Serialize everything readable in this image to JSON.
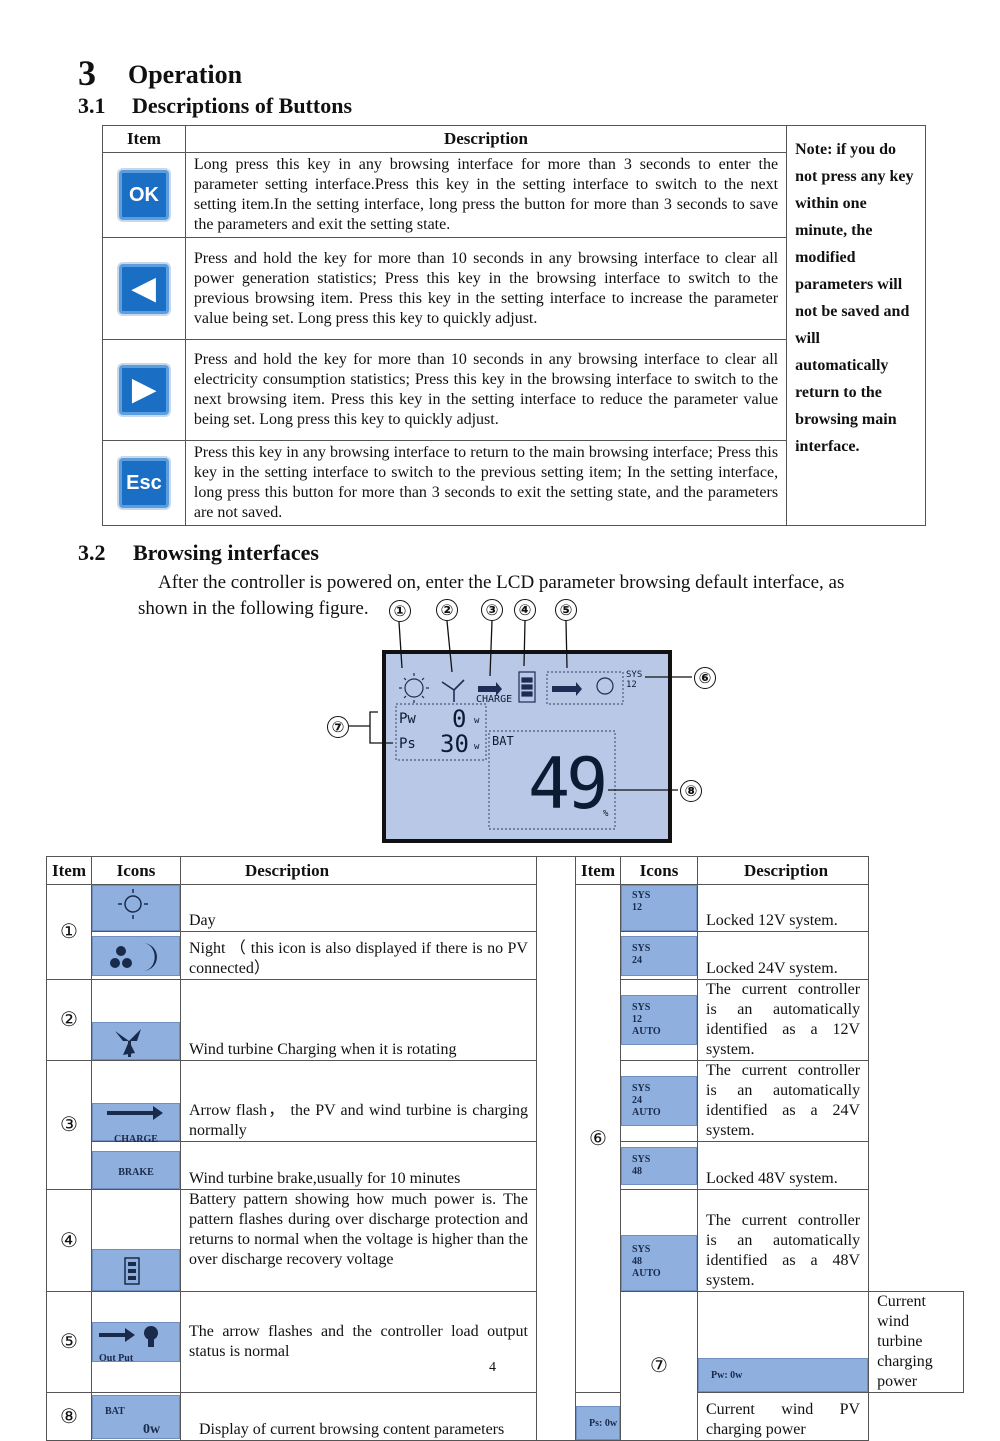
{
  "section": {
    "number": "3",
    "title": "Operation"
  },
  "sub31": {
    "number": "3.1",
    "title": "Descriptions of Buttons"
  },
  "buttons_table": {
    "headers": [
      "Item",
      "Description"
    ],
    "rows": [
      {
        "icon": "OK",
        "desc": "Long press this key in any browsing interface for more than 3 seconds to enter the parameter setting interface.Press this key in the setting interface to switch to the next setting item.In the setting interface, long press the button for more than 3 seconds to save the parameters and exit the setting state."
      },
      {
        "icon": "◀",
        "desc": "Press and hold the key for more than 10 seconds in any browsing interface to clear all power generation statistics; Press this key in the browsing interface to switch to the previous browsing item. Press this key in the setting interface to increase the parameter value being set. Long press this key to quickly adjust."
      },
      {
        "icon": "▶",
        "desc": "Press and hold the key for more than 10 seconds in any browsing interface to clear all electricity consumption statistics; Press this key in the browsing interface to switch to the next browsing item. Press this key in the setting interface to reduce the parameter value being set. Long press this key to quickly adjust."
      },
      {
        "icon": "Esc",
        "desc": "Press this key in any browsing interface to return to the main browsing interface; Press this key in the setting interface to switch to the previous setting item; In the setting interface, long press this button for more than 3 seconds to exit the setting state, and the parameters are not saved."
      }
    ],
    "note": "Note: if you do not press any key within one minute, the modified parameters will not be saved and will automatically return to the browsing main interface."
  },
  "sub32": {
    "number": "3.2",
    "title": "Browsing interfaces"
  },
  "intro": {
    "line1": "After the controller is powered on, enter the LCD parameter browsing default interface, as",
    "line2": "shown in the following figure."
  },
  "markers": [
    "①",
    "②",
    "③",
    "④",
    "⑤",
    "⑥",
    "⑦",
    "⑧"
  ],
  "lcd": {
    "charge": "CHARGE",
    "sys": "SYS",
    "sys_v": "12",
    "pw": "Pw",
    "ps": "Ps",
    "pw_val": "0",
    "ps_val": "30",
    "unit_w": "w",
    "bat": "BAT",
    "bat_val": "49",
    "pct": "%"
  },
  "icons_table": {
    "headers": [
      "Item",
      "Icons",
      "Description"
    ],
    "left": [
      {
        "desc": "Day"
      },
      {
        "desc": "Night （ this icon is also displayed if there is no PV connected）"
      },
      {
        "desc": "Wind turbine Charging when it is rotating"
      },
      {
        "desc": "Arrow flash， the PV and wind turbine is charging normally",
        "label": "CHARGE"
      },
      {
        "desc": "Wind turbine brake,usually for 10 minutes",
        "label": "BRAKE"
      },
      {
        "desc": "Battery pattern showing how much power is. The pattern flashes during over discharge protection and returns to normal when the voltage is higher than the over discharge recovery voltage"
      },
      {
        "desc": "The arrow flashes and the controller load output status is normal",
        "label": "Out Put"
      },
      {
        "desc": "Display of current browsing content parameters",
        "label": "BAT",
        "val": "0w"
      }
    ],
    "right": [
      {
        "l1": "SYS",
        "l2": "12",
        "l3": "",
        "desc": "Locked 12V system."
      },
      {
        "l1": "SYS",
        "l2": "24",
        "l3": "",
        "desc": "Locked 24V system."
      },
      {
        "l1": "SYS",
        "l2": "12",
        "l3": "AUTO",
        "desc": "The current controller is an automatically identified as a 12V system."
      },
      {
        "l1": "SYS",
        "l2": "24",
        "l3": "AUTO",
        "desc": "The current controller is an automatically identified as a 24V system."
      },
      {
        "l1": "SYS",
        "l2": "48",
        "l3": "",
        "desc": "Locked 48V system."
      },
      {
        "l1": "SYS",
        "l2": "48",
        "l3": "AUTO",
        "desc": "The current controller is an automatically identified as a 48V system."
      },
      {
        "l1": "Pw:",
        "l2": "0w",
        "desc": "Current wind turbine charging power"
      },
      {
        "l1": "Ps:",
        "l2": "0w",
        "desc": "Current wind PV charging power"
      }
    ]
  },
  "page_number": "4"
}
